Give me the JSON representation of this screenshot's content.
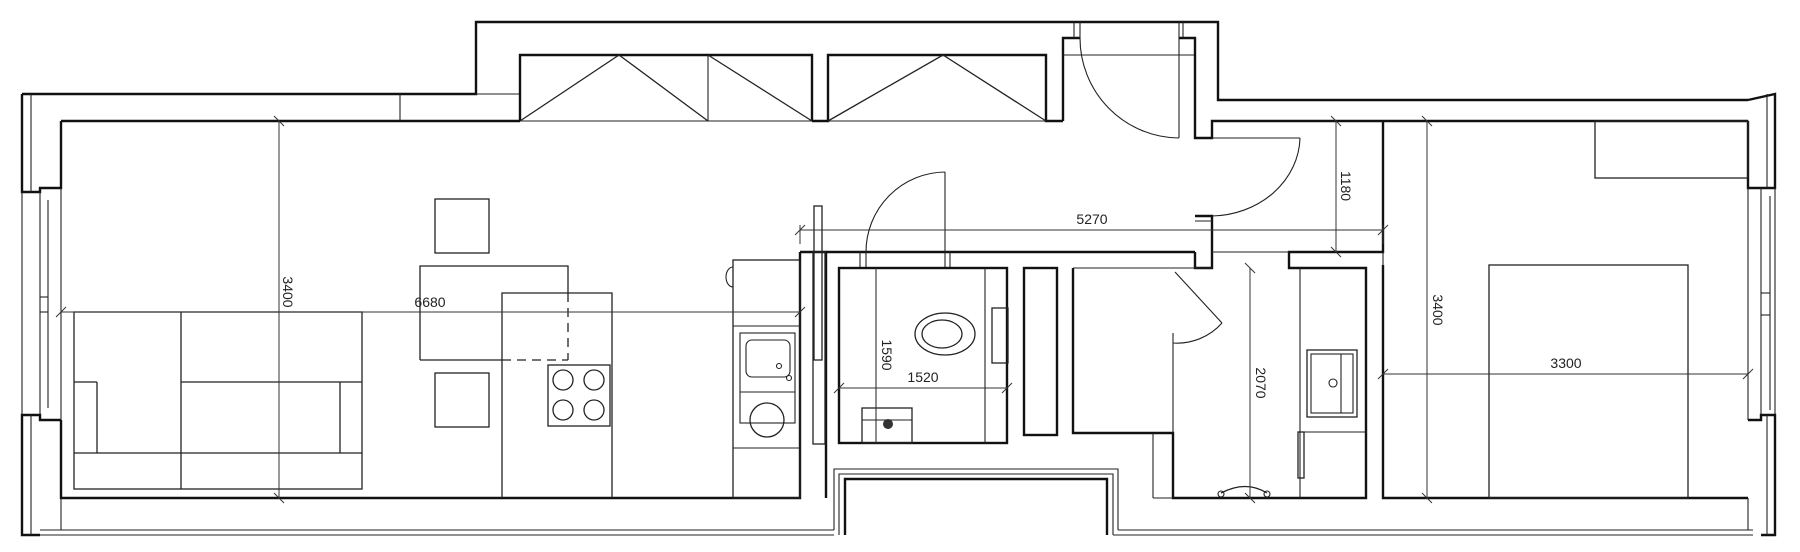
{
  "plan": {
    "type": "apartment-floor-plan",
    "rooms": [
      "living-kitchen",
      "entrance-hall",
      "wc",
      "bathroom",
      "bedroom"
    ]
  },
  "dimensions": {
    "living_height": "3400",
    "living_width": "6680",
    "hall_length": "5270",
    "hall_depth": "1180",
    "wc_height": "1590",
    "wc_width": "1520",
    "bath_height": "2070",
    "bedroom_height": "3400",
    "bedroom_width": "3300"
  },
  "colors": {
    "line": "#111111",
    "background": "#ffffff"
  }
}
